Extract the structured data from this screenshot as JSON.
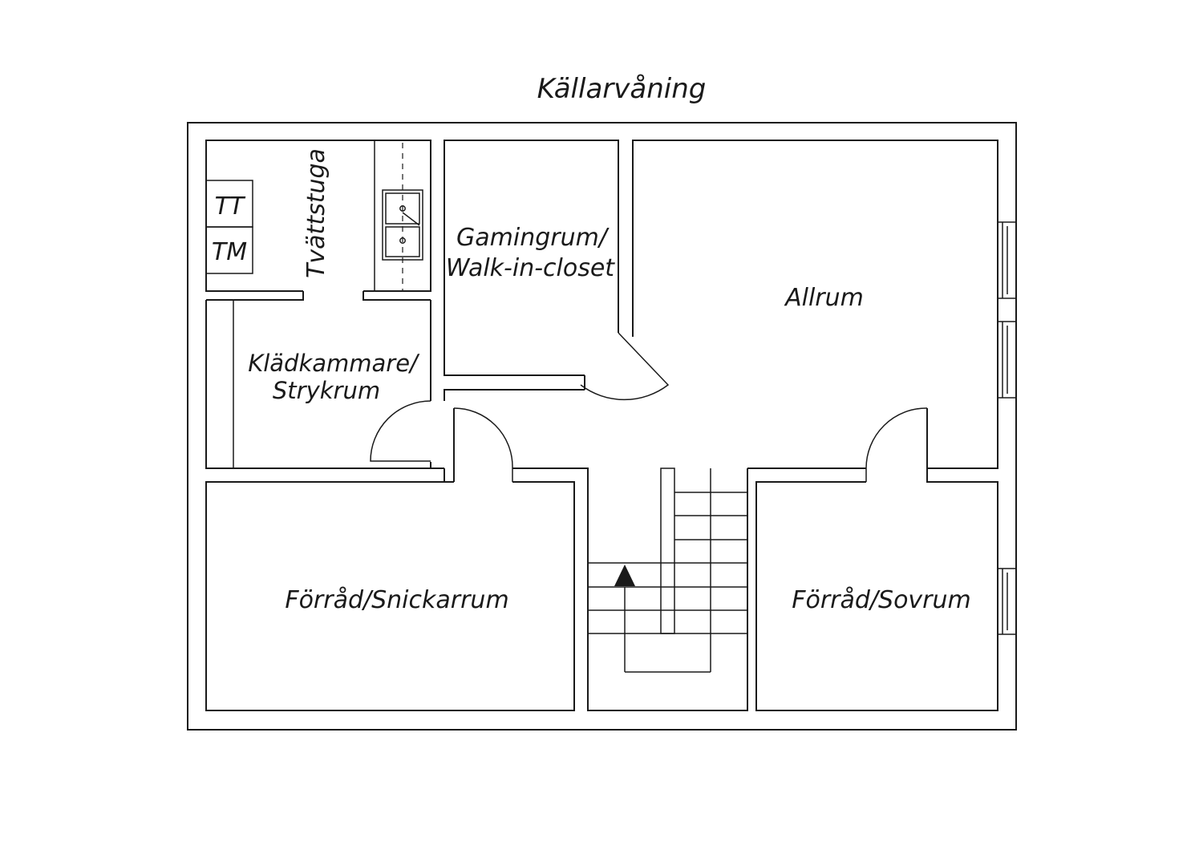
{
  "floor_title": "Källarvåning",
  "rooms": {
    "tvattstuga": "Tvättstuga",
    "tumble_dryer": "TT",
    "washing_machine": "TM",
    "gamingrum_line1": "Gamingrum/",
    "gamingrum_line2": "Walk-in-closet",
    "allrum": "Allrum",
    "kladkammare_line1": "Klädkammare/",
    "kladkammare_line2": "Strykrum",
    "forrad_snickarrum": "Förråd/Snickarrum",
    "forrad_sovrum": "Förråd/Sovrum"
  },
  "colors": {
    "line": "#1a1a1a",
    "background": "#ffffff"
  }
}
